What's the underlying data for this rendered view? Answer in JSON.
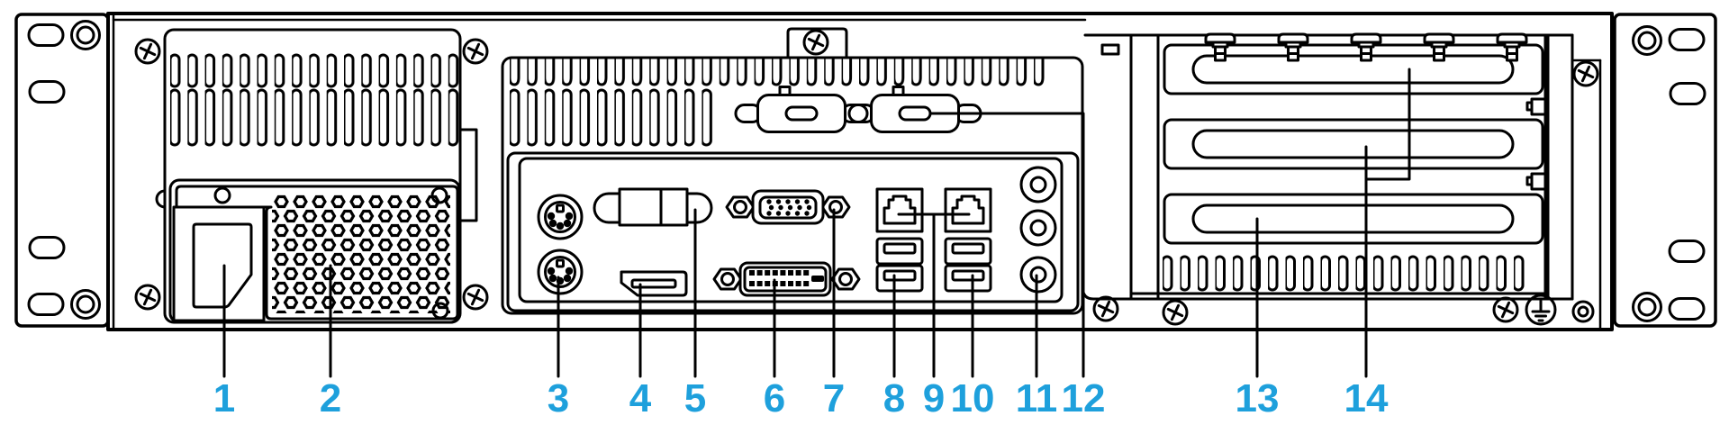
{
  "figure": {
    "title": "Server rear panel callout diagram",
    "type": "line-art-diagram",
    "background_color": "#ffffff",
    "line_color": "#000000",
    "label_color": "#1ea0dc"
  },
  "callouts": [
    {
      "number": "1",
      "part": "ac-power-inlet"
    },
    {
      "number": "2",
      "part": "power-supply-fan-grille"
    },
    {
      "number": "3",
      "part": "ps2-ports"
    },
    {
      "number": "4",
      "part": "displayport"
    },
    {
      "number": "5",
      "part": "round-connector"
    },
    {
      "number": "6",
      "part": "dvi-port"
    },
    {
      "number": "7",
      "part": "vga-port"
    },
    {
      "number": "8",
      "part": "usb-ports-left"
    },
    {
      "number": "9",
      "part": "ethernet-ports"
    },
    {
      "number": "10",
      "part": "usb-ports-right"
    },
    {
      "number": "11",
      "part": "audio-jacks"
    },
    {
      "number": "12",
      "part": "serial-ports"
    },
    {
      "number": "13",
      "part": "expansion-slot-bottom"
    },
    {
      "number": "14",
      "part": "expansion-slots-top"
    }
  ]
}
